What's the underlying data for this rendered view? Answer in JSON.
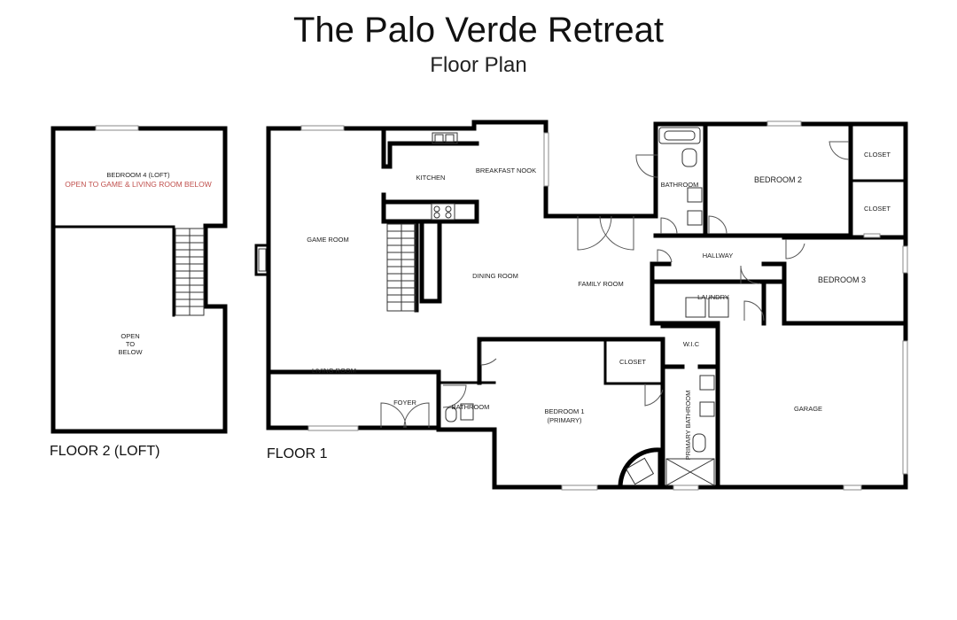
{
  "title": "The Palo Verde Retreat",
  "subtitle": "Floor Plan",
  "floors": {
    "loft": {
      "label": "FLOOR 2 (LOFT)",
      "rooms": {
        "bedroom4": "BEDROOM 4 (LOFT)",
        "bedroom4_note": "OPEN TO GAME & LIVING ROOM BELOW",
        "open_below": [
          "OPEN",
          "TO",
          "BELOW"
        ]
      }
    },
    "main": {
      "label": "FLOOR 1",
      "rooms": {
        "kitchen": "KITCHEN",
        "breakfast_nook": "BREAKFAST NOOK",
        "game_room": "GAME ROOM",
        "dining_room": "DINING ROOM",
        "family_room": "FAMILY ROOM",
        "living_room": "LIVING ROOM",
        "foyer": "FOYER",
        "bathroom_front": "BATHROOM",
        "bathroom_upper": "BATHROOM",
        "bedroom2": "BEDROOM 2",
        "closet_a": "CLOSET",
        "closet_b": "CLOSET",
        "hallway": "HALLWAY",
        "bedroom3": "BEDROOM 3",
        "laundry": "LAUNDRY",
        "wic": "W.I.C",
        "closet_primary": "CLOSET",
        "bedroom1": "BEDROOM 1",
        "bedroom1_sub": "(PRIMARY)",
        "primary_bathroom": "PRIMARY BATHROOM",
        "garage": "GARAGE"
      }
    }
  }
}
